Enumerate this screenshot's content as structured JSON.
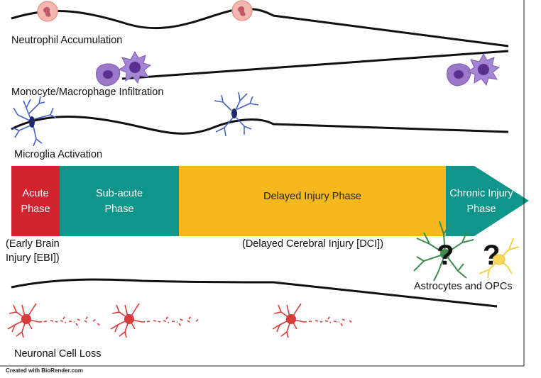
{
  "rows": {
    "neutrophil": {
      "label": "Neutrophil Accumulation"
    },
    "monocyte": {
      "label": "Monocyte/Macrophage Infiltration"
    },
    "microglia": {
      "label": "Microglia Activation"
    },
    "neuronal": {
      "label": "Neuronal Cell Loss"
    }
  },
  "phases": [
    {
      "line1": "Acute",
      "line2": "Phase",
      "color": "#d0232e"
    },
    {
      "line1": "Sub-acute",
      "line2": "Phase",
      "color": "#0e968a"
    },
    {
      "line1": "Delayed Injury Phase",
      "line2": "",
      "color": "#f5b91e"
    },
    {
      "line1": "Chronic Injury",
      "line2": "Phase",
      "color": "#0e968a"
    }
  ],
  "annotations": {
    "ebi_line1": "(Early Brain",
    "ebi_line2": "Injury [EBI])",
    "dci": "(Delayed Cerebral Injury [DCI])",
    "astro": "Astrocytes and OPCs",
    "question_mark": "?"
  },
  "credit": "Created with BioRender.com",
  "colors": {
    "neutrophil": "#f2b7ae",
    "monocyte": "#9b78c9",
    "microglia": "#4561c4",
    "neuron": "#d93a3a",
    "astrocyte": "#3f8a4f",
    "opc": "#f3d24a"
  }
}
